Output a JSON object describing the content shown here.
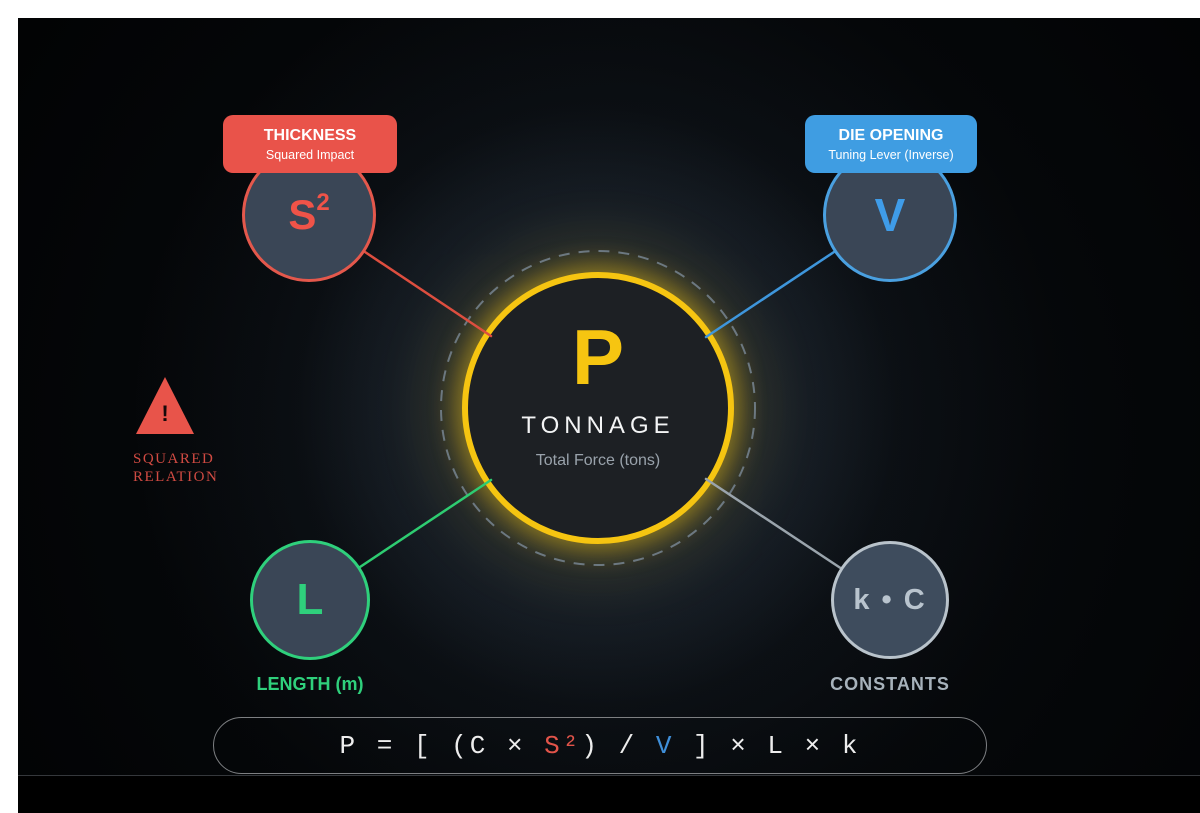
{
  "colors": {
    "yellow": "#f6c511",
    "red": "#e9534a",
    "blue": "#3f9de2",
    "green": "#2fd07c",
    "gray": "#aab6c0",
    "node_fill": "#3a4656",
    "center_fill": "#1d2024"
  },
  "center": {
    "symbol": "P",
    "title": "TONNAGE",
    "subtitle": "Total Force (tons)"
  },
  "nodes": {
    "thickness": {
      "badge_title": "THICKNESS",
      "badge_subtitle": "Squared Impact",
      "symbol": "S",
      "symbol_sup": "2"
    },
    "die_opening": {
      "badge_title": "DIE OPENING",
      "badge_subtitle": "Tuning Lever (Inverse)",
      "symbol": "V"
    },
    "length": {
      "symbol": "L",
      "caption": "LENGTH (m)"
    },
    "constants": {
      "symbol": "k • C",
      "caption": "CONSTANTS"
    }
  },
  "warning": {
    "mark": "!",
    "line1": "SQUARED",
    "line2": "RELATION"
  },
  "formula": {
    "prefix": "P = [ (C × ",
    "s_term": "S²",
    "mid": ") / ",
    "v_term": "V",
    "suffix": " ] × L × k"
  }
}
